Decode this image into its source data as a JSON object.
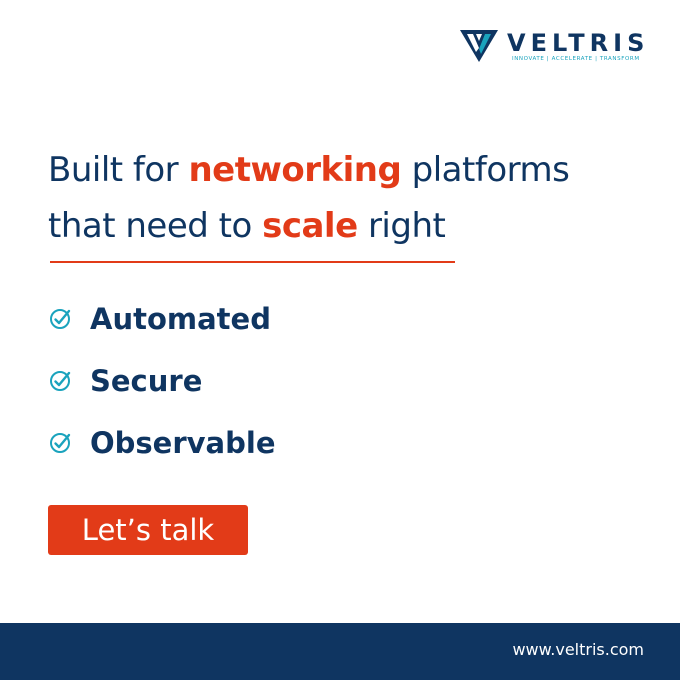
{
  "brand": {
    "name": "VELTRIS",
    "tagline": "INNOVATE | ACCELERATE | TRANSFORM",
    "logo_icon": "veltris-v-mark-icon"
  },
  "headline": {
    "part1": "Built for ",
    "highlight1": "networking",
    "part2": " platforms",
    "part3": "that need to ",
    "highlight2": "scale",
    "part4": " right"
  },
  "features": [
    {
      "label": "Automated",
      "icon": "check-circle-icon"
    },
    {
      "label": "Secure",
      "icon": "check-circle-icon"
    },
    {
      "label": "Observable",
      "icon": "check-circle-icon"
    }
  ],
  "cta": {
    "label": "Let’s talk"
  },
  "footer": {
    "url": "www.veltris.com"
  },
  "colors": {
    "navy": "#0f3561",
    "accent": "#e23b18",
    "teal": "#1aa3bd",
    "background": "#ffffff"
  }
}
